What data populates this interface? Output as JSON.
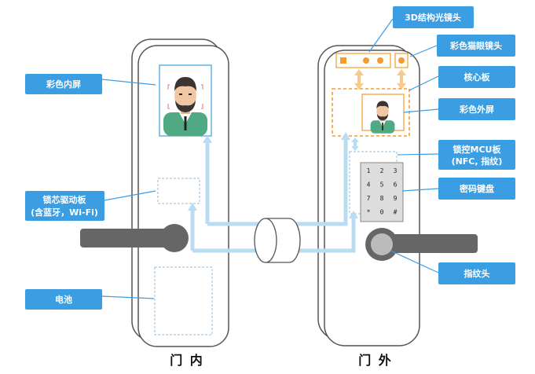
{
  "captions": {
    "inside": "门 内",
    "outside": "门 外"
  },
  "labels": {
    "color_inner_screen": "彩色内屏",
    "lock_driver_board_line1": "锁芯驱动板",
    "lock_driver_board_line2": "(含蓝牙，Wi-Fi)",
    "battery": "电池",
    "camera_3d": "3D结构光镜头",
    "color_peephole_camera": "彩色猫眼镜头",
    "core_board": "核心板",
    "color_outer_screen": "彩色外屏",
    "mcu_board_line1": "锁控MCU板",
    "mcu_board_line2": "(NFC, 指纹)",
    "keypad": "密码键盘",
    "fingerprint": "指纹头"
  },
  "keypad_keys": [
    "1",
    "2",
    "3",
    "4",
    "5",
    "6",
    "7",
    "8",
    "9",
    "*",
    "0",
    "#"
  ],
  "colors": {
    "callout": "#3b9ee3",
    "orange": "#f39c2a",
    "connector": "#b9dcf3",
    "handle": "#666666",
    "door_outline": "#555555",
    "dashed": "#9ab8d3"
  }
}
